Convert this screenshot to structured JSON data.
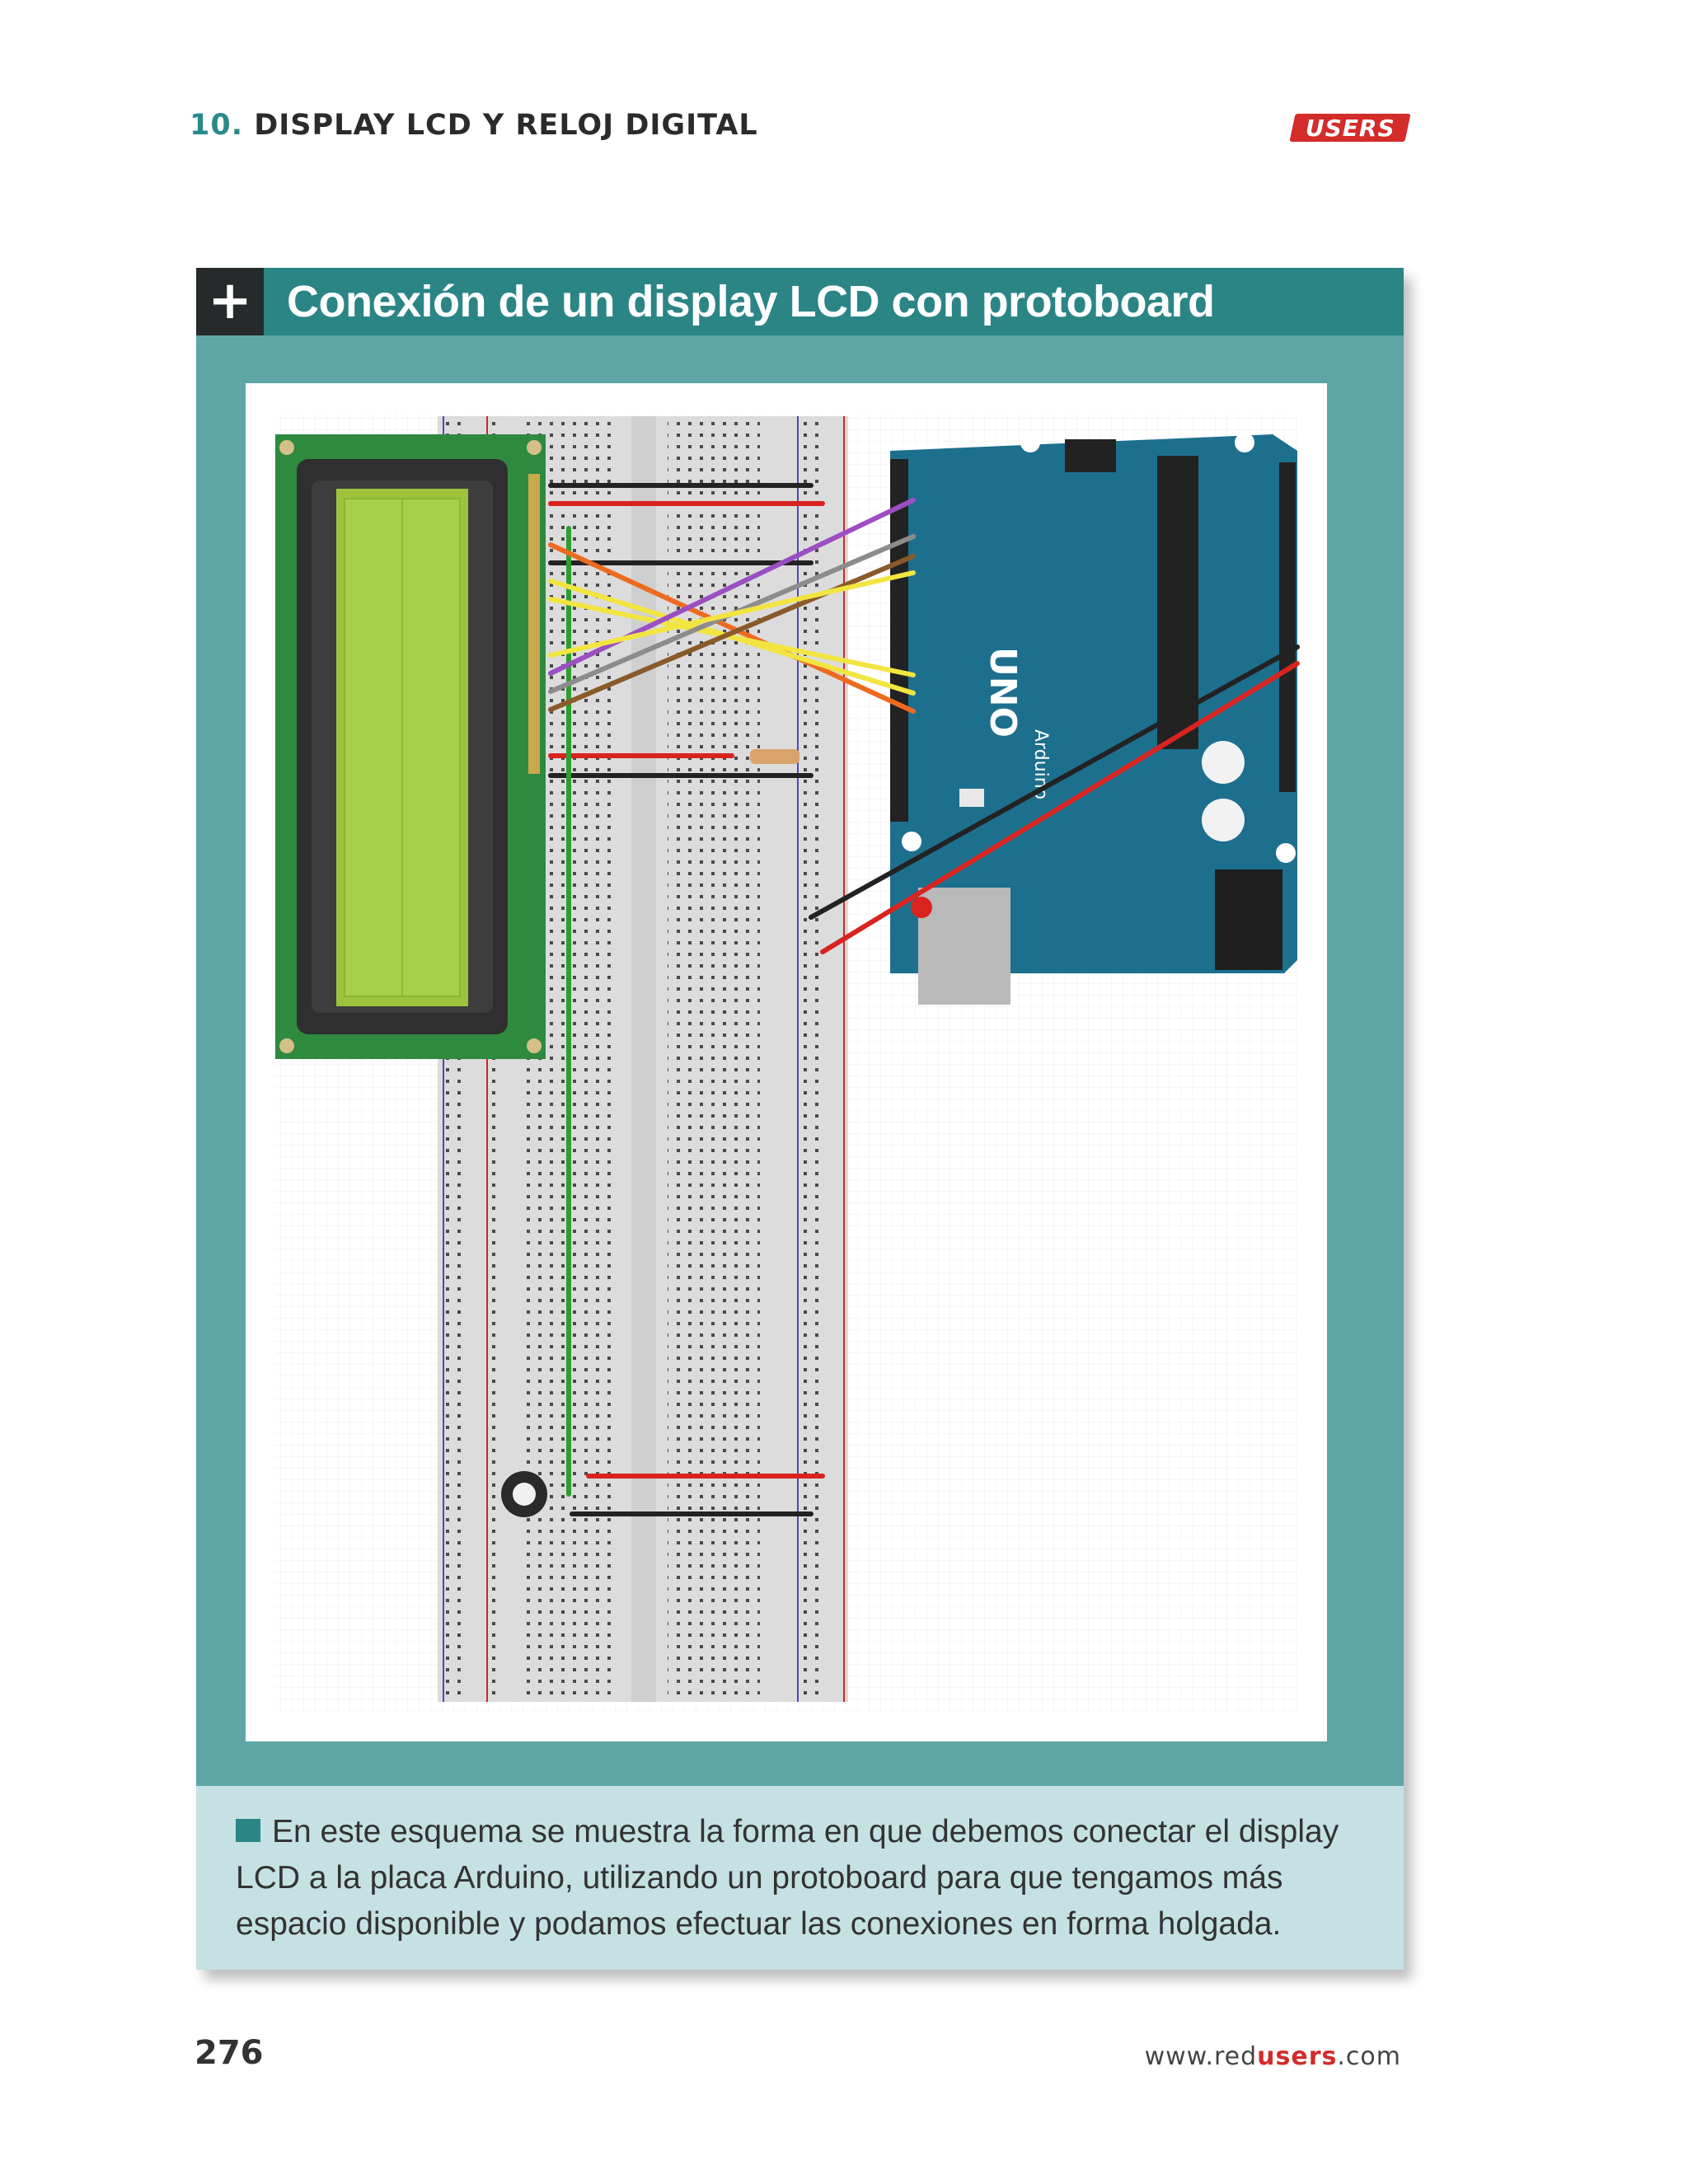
{
  "header": {
    "chapter_number": "10.",
    "chapter_title": "DISPLAY LCD Y RELOJ DIGITAL",
    "logo": "USERS"
  },
  "box": {
    "icon": "plus-icon",
    "title": "Conexión de un display LCD con protoboard",
    "caption": "En este esquema se muestra la forma en que debemos conectar el display LCD a la placa Arduino, utilizando un protoboard para que tengamos más espacio disponible y podamos efectuar las conexiones en forma holgada."
  },
  "diagram": {
    "board_brand": "Arduino",
    "board_model": "UNO",
    "colors": {
      "lcd_pcb": "#2e8a3e",
      "lcd_screen": "#9bc43c",
      "arduino": "#1d6f8e",
      "wire_red": "#d8231f",
      "wire_black": "#222222",
      "wire_green": "#2ca02c",
      "wire_yellow": "#f2e541",
      "wire_orange": "#ee6a1f",
      "wire_purple": "#9b4fc2",
      "wire_gray": "#8c8c8c",
      "wire_brown": "#8a5a2b"
    }
  },
  "footer": {
    "page_number": "276",
    "site_prefix": "www.red",
    "site_brand": "users",
    "site_suffix": ".com"
  }
}
